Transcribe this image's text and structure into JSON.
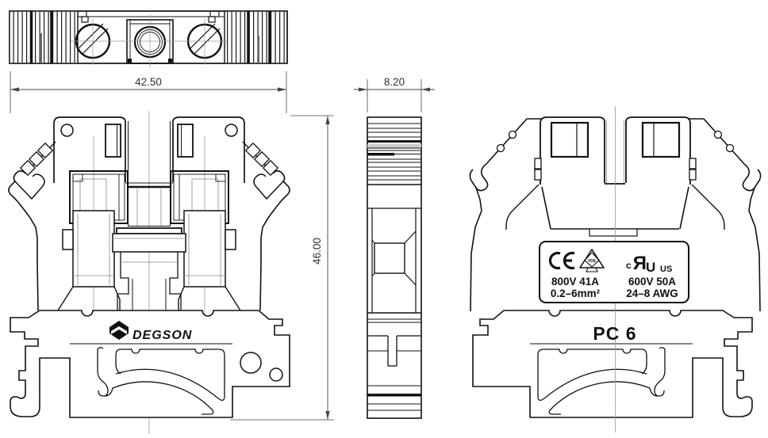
{
  "dimensions": {
    "top_width": "42.50",
    "side_width": "8.20",
    "overall_height": "46.00"
  },
  "branding": {
    "manufacturer": "DEGSON",
    "model": "PC 6"
  },
  "marking_label": {
    "left": {
      "ce_mark": "CE",
      "vde_mark": "VDE",
      "rating1": "800V 41A",
      "rating2": "0.2–6mm²"
    },
    "right": {
      "ul_prefix": "c",
      "ul_monogram": [
        "R",
        "U"
      ],
      "ul_suffix": "US",
      "rating1": "600V 50A",
      "rating2": "24–8 AWG"
    }
  }
}
